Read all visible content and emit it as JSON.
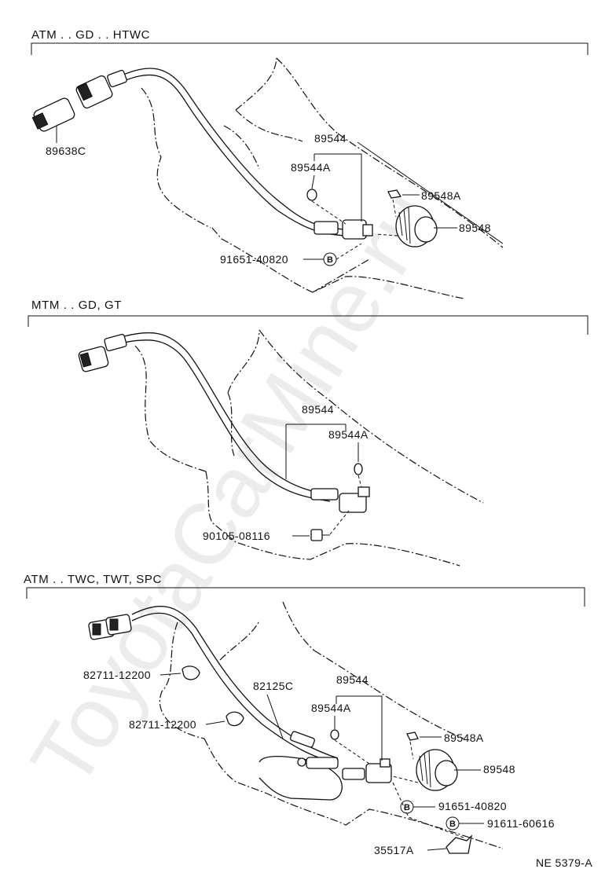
{
  "watermark": "ToyotaCarMine.ru",
  "figure_code": "NE 5379-A",
  "sections": [
    {
      "header": "ATM . . GD . . HTWC",
      "labels": {
        "connector": "89638C",
        "sensor": "89544",
        "sensor_oring": "89544A",
        "gear_clip": "89548A",
        "driven_gear": "89548",
        "bolt": "91651-40820",
        "bolt_badge": "B"
      }
    },
    {
      "header": "MTM . . GD, GT",
      "labels": {
        "sensor": "89544",
        "sensor_oring": "89544A",
        "bolt": "90105-08116"
      }
    },
    {
      "header": "ATM . . TWC, TWT, SPC",
      "labels": {
        "clamp_upper": "82711-12200",
        "clamp_lower": "82711-12200",
        "wire": "82125C",
        "sensor": "89544",
        "sensor_oring": "89544A",
        "gear_clip": "89548A",
        "driven_gear": "89548",
        "bolt": "91651-40820",
        "bolt_badge": "B",
        "bolt2": "91611-60616",
        "bolt2_badge": "B",
        "bracket": "35517A"
      }
    }
  ]
}
